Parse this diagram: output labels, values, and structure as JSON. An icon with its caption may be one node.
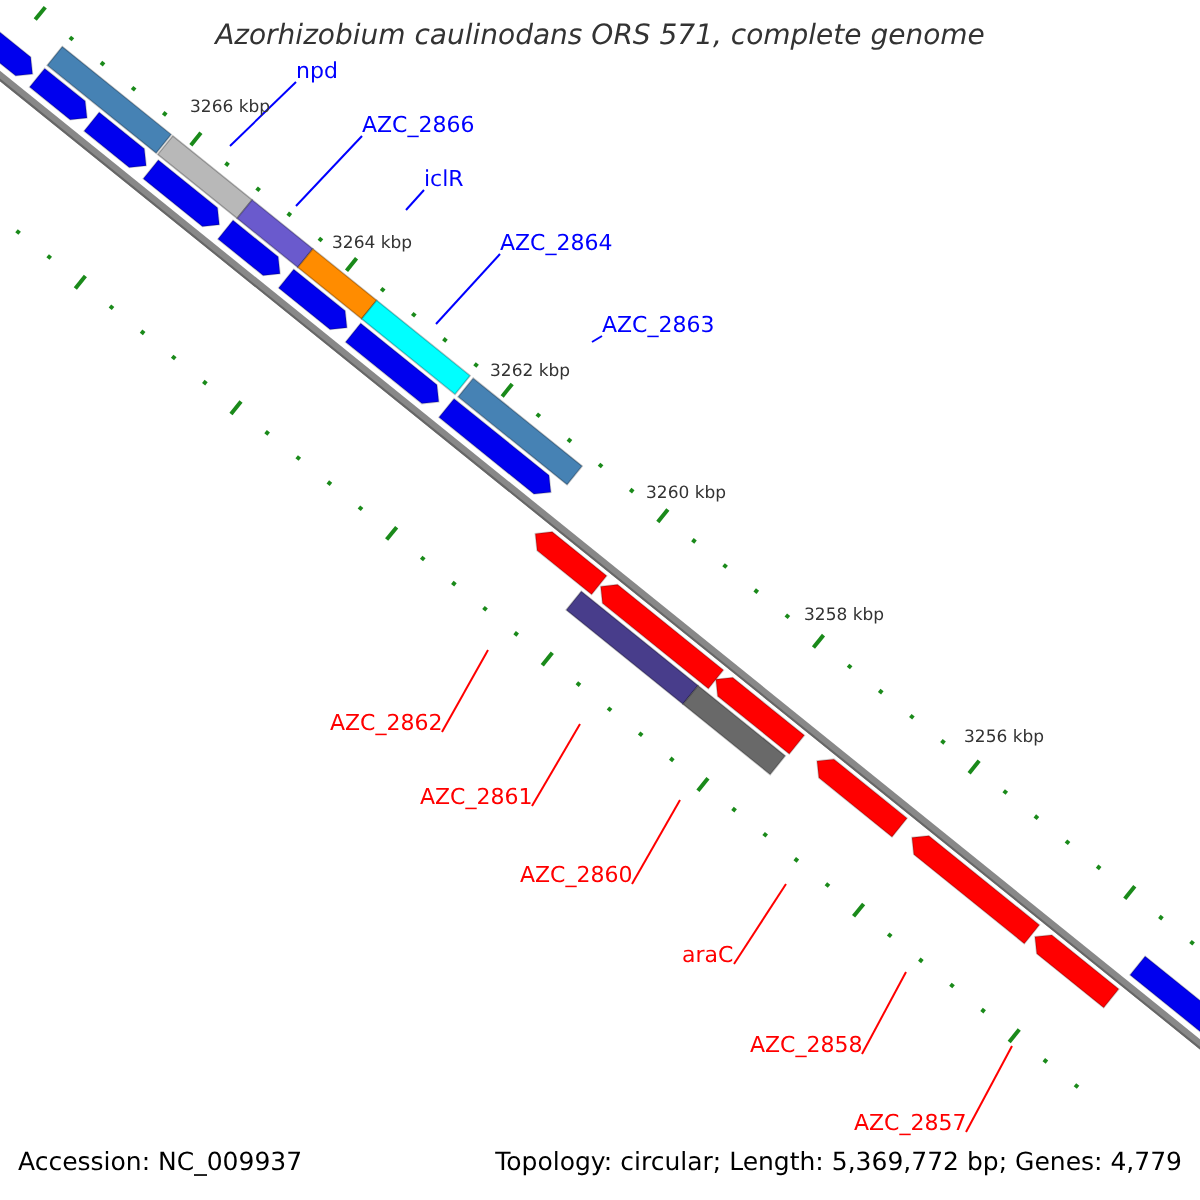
{
  "diagram": {
    "title": "Azorhizobium caulinodans ORS 571, complete genome",
    "nodes": [
      {
        "text": [
          "npd"
        ]
      },
      {
        "text": [
          "AZC_2866"
        ]
      },
      {
        "text": [
          "iclR"
        ]
      },
      {
        "text": [
          "AZC_2864"
        ]
      },
      {
        "text": [
          "AZC_2863"
        ]
      },
      {
        "text": [
          "AZC_2862"
        ]
      },
      {
        "text": [
          "AZC_2861"
        ]
      },
      {
        "text": [
          "AZC_2860"
        ]
      },
      {
        "text": [
          "araC"
        ]
      },
      {
        "text": [
          "AZC_2858"
        ]
      },
      {
        "text": [
          "AZC_2857"
        ]
      }
    ],
    "edges": [
      {
        "from": 0,
        "to": null,
        "arrow": "none",
        "color": "#0000ff"
      },
      {
        "from": 1,
        "to": null,
        "arrow": "none",
        "color": "#0000ff"
      },
      {
        "from": 2,
        "to": null,
        "arrow": "none",
        "color": "#0000ff"
      },
      {
        "from": 3,
        "to": null,
        "arrow": "none",
        "color": "#0000ff"
      },
      {
        "from": 4,
        "to": null,
        "arrow": "none",
        "color": "#0000ff"
      },
      {
        "from": 5,
        "to": null,
        "arrow": "none"
      },
      {
        "from": 6,
        "to": null,
        "arrow": "none"
      },
      {
        "from": 7,
        "to": null,
        "arrow": "none"
      },
      {
        "from": 8,
        "to": null,
        "arrow": "none"
      },
      {
        "from": 9,
        "to": null,
        "arrow": "none"
      },
      {
        "from": 10,
        "to": null,
        "arrow": "none"
      }
    ],
    "labels": [
      "3266 kbp",
      "3264 kbp",
      "3262 kbp",
      "3260 kbp",
      "3258 kbp",
      "3256 kbp",
      "Accession: NC_009937",
      "Topology: circular; Length: 5,369,772 bp; Genes: 4,779"
    ]
  }
}
